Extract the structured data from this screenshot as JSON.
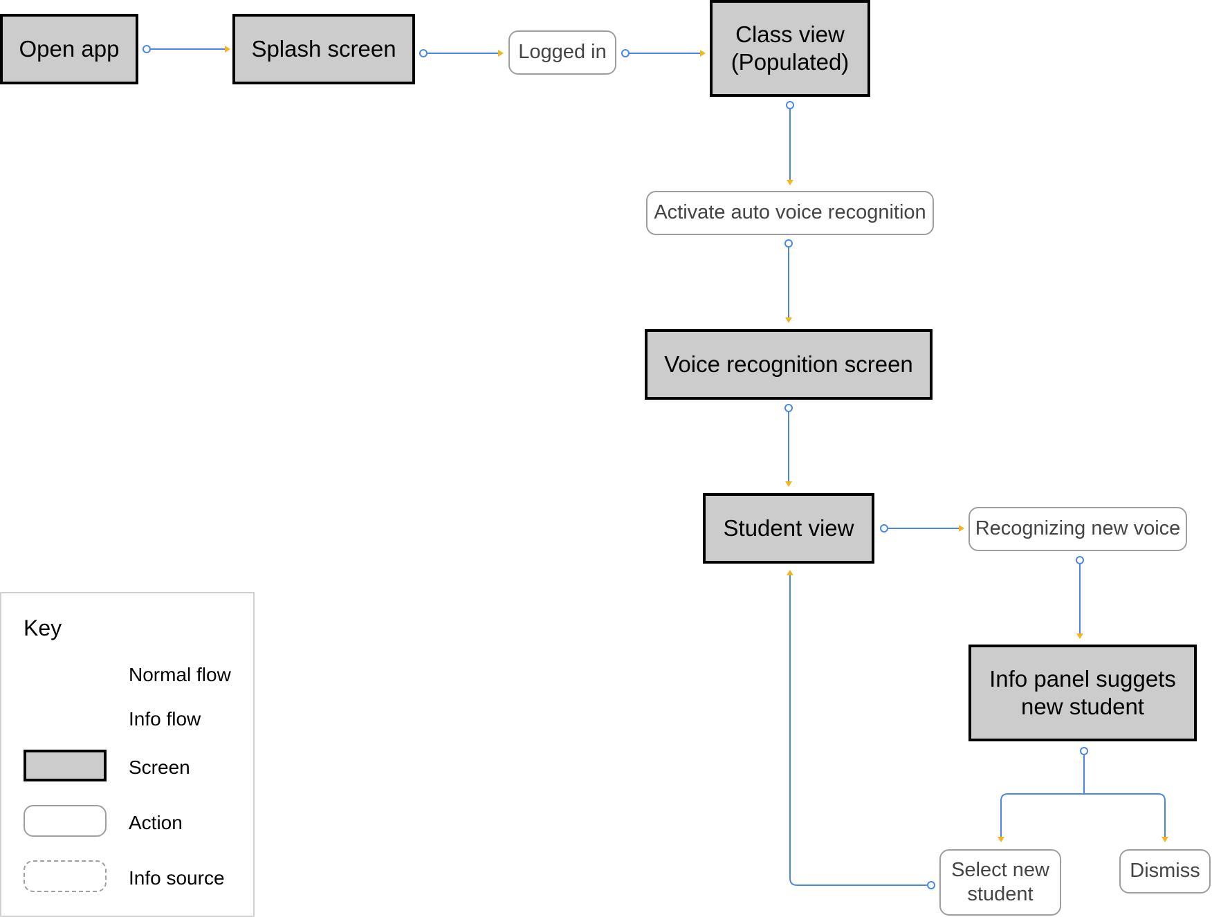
{
  "colors": {
    "flow_line": "#4a86e8",
    "arrow_head": "#f1b71c",
    "screen_fill": "#cccccc",
    "screen_border": "#000000",
    "action_border": "#9e9e9e"
  },
  "nodes": {
    "open_app": "Open app",
    "splash_screen": "Splash screen",
    "logged_in": "Logged in",
    "class_view_line1": "Class view",
    "class_view_line2": "(Populated)",
    "activate_voice": "Activate auto voice recognition",
    "voice_screen": "Voice recognition screen",
    "student_view": "Student view",
    "recognizing_voice": "Recognizing new voice",
    "info_panel_line1": "Info panel suggets",
    "info_panel_line2": "new student",
    "select_student_line1": "Select new",
    "select_student_line2": "student",
    "dismiss": "Dismiss"
  },
  "legend": {
    "title": "Key",
    "normal_flow": "Normal flow",
    "info_flow": "Info flow",
    "screen": "Screen",
    "action": "Action",
    "info_source": "Info source"
  }
}
